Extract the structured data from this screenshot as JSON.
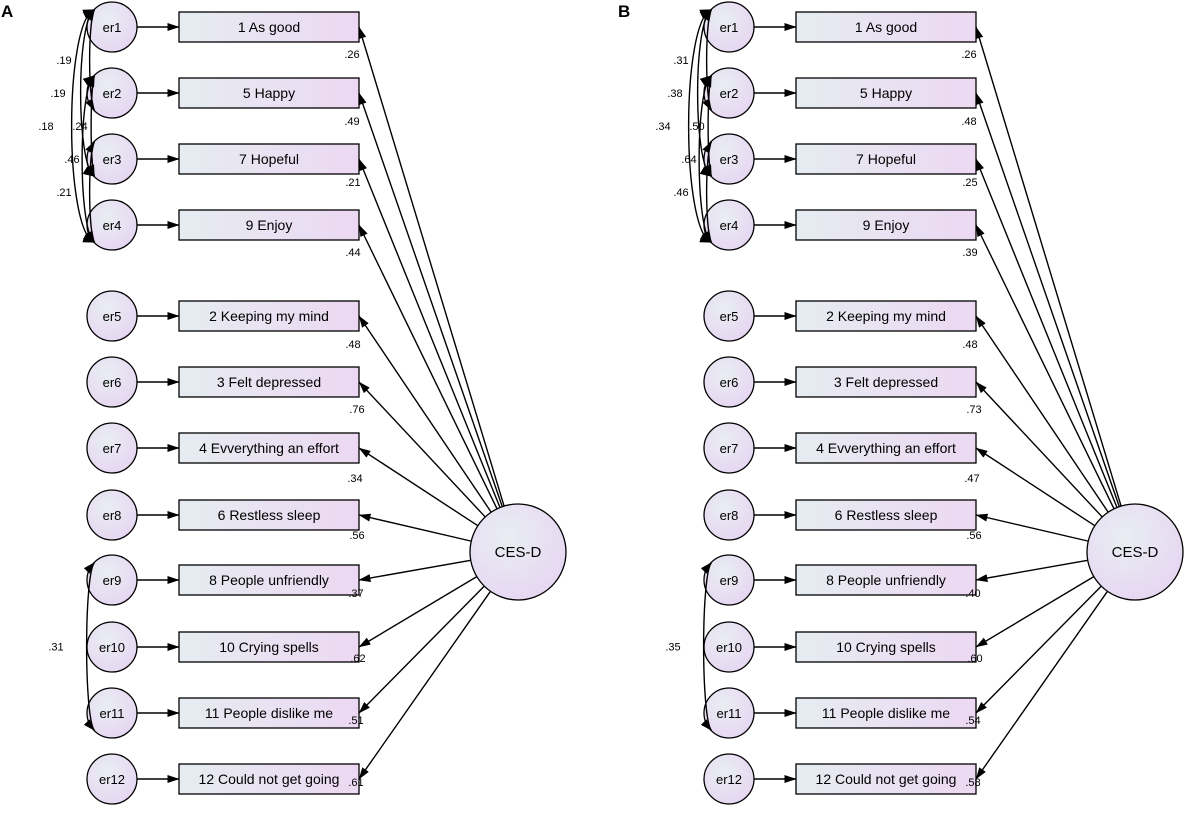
{
  "latent_label": "CES-D",
  "items": [
    {
      "error": "er1",
      "label": "1 As good"
    },
    {
      "error": "er2",
      "label": "5 Happy"
    },
    {
      "error": "er3",
      "label": "7 Hopeful"
    },
    {
      "error": "er4",
      "label": "9 Enjoy"
    },
    {
      "error": "er5",
      "label": "2 Keeping my mind"
    },
    {
      "error": "er6",
      "label": "3 Felt depressed"
    },
    {
      "error": "er7",
      "label": "4 Evverything an effort"
    },
    {
      "error": "er8",
      "label": "6 Restless sleep"
    },
    {
      "error": "er9",
      "label": "8 People unfriendly"
    },
    {
      "error": "er10",
      "label": "10 Crying spells"
    },
    {
      "error": "er11",
      "label": "11 People dislike me"
    },
    {
      "error": "er12",
      "label": "12 Could not get going"
    }
  ],
  "panels": [
    {
      "letter": "A",
      "loadings": [
        ".26",
        ".49",
        ".21",
        ".44",
        ".48",
        ".76",
        ".34",
        ".56",
        ".37",
        ".62",
        ".51",
        ".61"
      ],
      "covariances": [
        {
          "from": 0,
          "to": 1,
          "value": ".19"
        },
        {
          "from": 0,
          "to": 2,
          "value": ".19"
        },
        {
          "from": 0,
          "to": 3,
          "value": ".18"
        },
        {
          "from": 1,
          "to": 2,
          "value": ".24"
        },
        {
          "from": 1,
          "to": 3,
          "value": ".46"
        },
        {
          "from": 2,
          "to": 3,
          "value": ".21"
        },
        {
          "from": 8,
          "to": 10,
          "value": ".31"
        }
      ]
    },
    {
      "letter": "B",
      "loadings": [
        ".26",
        ".48",
        ".25",
        ".39",
        ".48",
        ".73",
        ".47",
        ".56",
        ".40",
        ".60",
        ".54",
        ".58"
      ],
      "covariances": [
        {
          "from": 0,
          "to": 1,
          "value": ".31"
        },
        {
          "from": 0,
          "to": 2,
          "value": ".38"
        },
        {
          "from": 0,
          "to": 3,
          "value": ".34"
        },
        {
          "from": 1,
          "to": 2,
          "value": ".50"
        },
        {
          "from": 1,
          "to": 3,
          "value": ".64"
        },
        {
          "from": 2,
          "to": 3,
          "value": ".46"
        },
        {
          "from": 8,
          "to": 10,
          "value": ".35"
        }
      ]
    }
  ]
}
